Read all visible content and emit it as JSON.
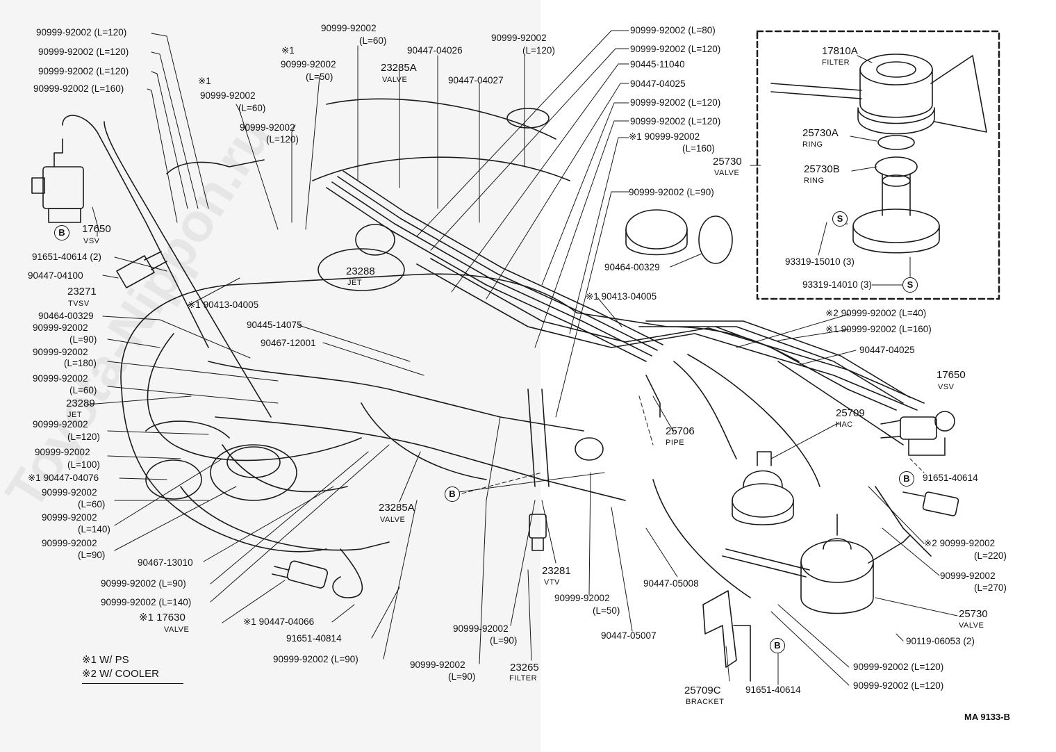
{
  "watermark": "Toyota-Nippon.ru",
  "reference": "MA 9133-B",
  "legend": {
    "note1": "※1 W/ PS",
    "note2": "※2 W/ COOLER"
  },
  "markers": {
    "b": "B",
    "s": "S"
  },
  "labels": {
    "l_hose120_a": "90999-92002 (L=120)",
    "l_hose120_b": "90999-92002 (L=120)",
    "l_hose120_c": "90999-92002 (L=120)",
    "l_hose160_a": "90999-92002 (L=160)",
    "l_t1_60_mark": "※1",
    "l_t1_60_pn": "90999-92002",
    "l_t1_60_len": "(L=60)",
    "l_t120_pn": "90999-92002",
    "l_t120_len": "(L=120)",
    "l_t1_50_mark": "※1",
    "l_t1_50_pn": "90999-92002",
    "l_t1_50_len": "(L=50)",
    "l_t60_pn": "90999-92002",
    "l_t60_len": "(L=60)",
    "l_23285a_pn": "23285A",
    "l_23285a_nm": "VALVE",
    "l_04026": "90447-04026",
    "l_04027": "90447-04027",
    "l_t120b_pn": "90999-92002",
    "l_t120b_len": "(L=120)",
    "l_vsv_pn": "17650",
    "l_vsv_nm": "VSV",
    "l_vsv_screw": "91651-40614 (2)",
    "l_04100": "90447-04100",
    "l_tvsv_pn": "23271",
    "l_tvsv_nm": "TVSV",
    "l_04005_left": "※1 90413-04005",
    "l_00329_left": "90464-00329",
    "l_h90_pn": "90999-92002",
    "l_h90_len": "(L=90)",
    "l_h180_pn": "90999-92002",
    "l_h180_len": "(L=180)",
    "l_h60_pn": "90999-92002",
    "l_h60_len": "(L=60)",
    "l_jet23289_pn": "23289",
    "l_jet23289_nm": "JET",
    "l_h120d_pn": "90999-92002",
    "l_h120d_len": "(L=120)",
    "l_h100_pn": "90999-92002",
    "l_h100_len": "(L=100)",
    "l_04076": "※1 90447-04076",
    "l_h60b_pn": "90999-92002",
    "l_h60b_len": "(L=60)",
    "l_h140_pn": "90999-92002",
    "l_h140_len": "(L=140)",
    "l_h90b_pn": "90999-92002",
    "l_h90b_len": "(L=90)",
    "l_13010": "90467-13010",
    "l_h90c": "90999-92002 (L=90)",
    "l_h140b": "90999-92002 (L=140)",
    "l_17630_pn": "※1 17630",
    "l_17630_nm": "VALVE",
    "l_04066": "※1 90447-04066",
    "l_40814": "91651-40814",
    "l_h90d": "90999-92002 (L=90)",
    "l_jet23288_pn": "23288",
    "l_jet23288_nm": "JET",
    "l_14075": "90445-14075",
    "l_12001": "90467-12001",
    "l_23285a_b_pn": "23285A",
    "l_23285a_b_nm": "VALVE",
    "l_vtv_pn": "23281",
    "l_vtv_nm": "VTV",
    "l_h50_pn": "90999-92002",
    "l_h50_len": "(L=50)",
    "l_h90e_pn": "90999-92002",
    "l_h90e_len": "(L=90)",
    "l_h90f_pn": "90999-92002",
    "l_h90f_len": "(L=90)",
    "l_23265_pn": "23265",
    "l_23265_nm": "FILTER",
    "l_05008": "90447-05008",
    "l_05007": "90447-05007",
    "l_bracket_pn": "25709C",
    "l_bracket_nm": "BRACKET",
    "l_40614_bottom": "91651-40614",
    "l_r80": "90999-92002 (L=80)",
    "l_r120a": "90999-92002 (L=120)",
    "l_11040": "90445-11040",
    "l_04025a": "90447-04025",
    "l_r120b": "90999-92002 (L=120)",
    "l_r120c": "90999-92002 (L=120)",
    "l_r160_pn": "※1 90999-92002",
    "l_r160_len": "(L=160)",
    "l_r90": "90999-92002 (L=90)",
    "l_00329_right": "90464-00329",
    "l_04005_right": "※1 90413-04005",
    "l_filter_pn": "17810A",
    "l_filter_nm": "FILTER",
    "l_ring_a_pn": "25730A",
    "l_ring_a_nm": "RING",
    "l_valve25730_pn": "25730",
    "l_valve25730_nm": "VALVE",
    "l_ring_b_pn": "25730B",
    "l_ring_b_nm": "RING",
    "l_93319_15010": "93319-15010 (3)",
    "l_93319_14010": "93319-14010 (3)",
    "l_r40": "※2 90999-92002 (L=40)",
    "l_r160b": "※1 90999-92002 (L=160)",
    "l_04025b": "90447-04025",
    "l_vsv_r_pn": "17650",
    "l_vsv_r_nm": "VSV",
    "l_hac_pn": "25709",
    "l_hac_nm": "HAC",
    "l_pipe_pn": "25706",
    "l_pipe_nm": "PIPE",
    "l_40614_right": "91651-40614",
    "l_r220_pn": "※2 90999-92002",
    "l_r220_len": "(L=220)",
    "l_r270_pn": "90999-92002",
    "l_r270_len": "(L=270)",
    "l_valve25730b_pn": "25730",
    "l_valve25730b_nm": "VALVE",
    "l_06053": "90119-06053 (2)",
    "l_r120d": "90999-92002 (L=120)",
    "l_r120e": "90999-92002 (L=120)"
  }
}
